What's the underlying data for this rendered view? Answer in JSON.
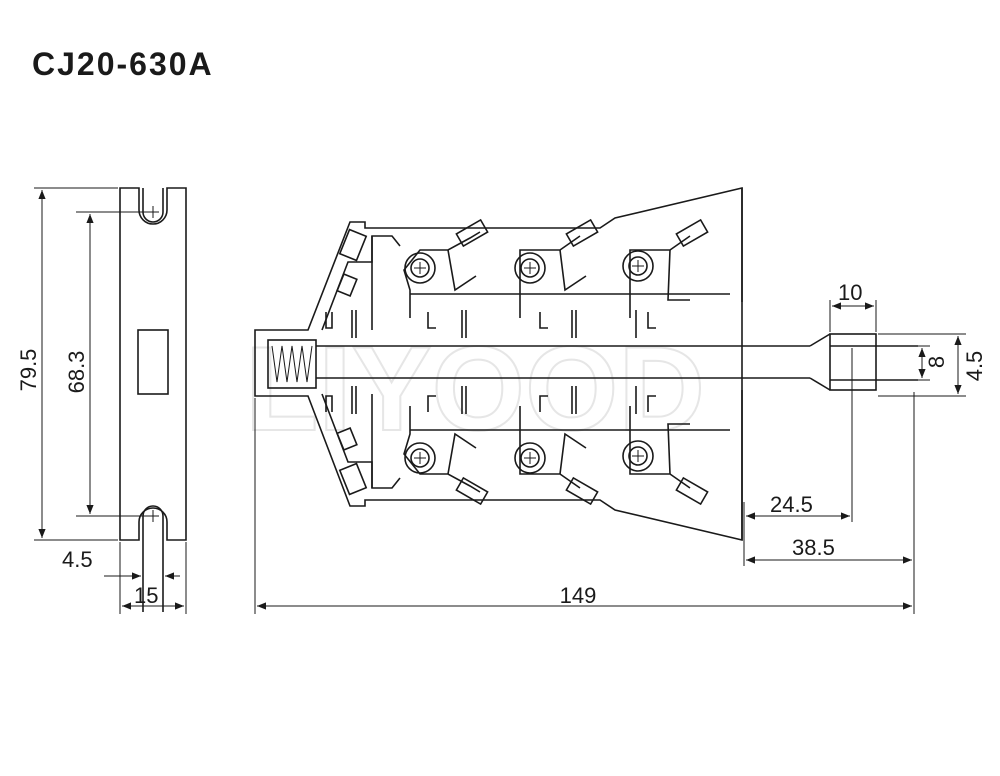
{
  "title": "CJ20-630A",
  "watermark": "LIYOOD",
  "dimensions": {
    "height_total": "79.5",
    "height_slots": "68.3",
    "slot_width": "4.5",
    "base_width": "15",
    "overall_length": "149",
    "tip_width": "10",
    "tip_height": "8",
    "tip_thickness": "4.5",
    "tip_offset": "24.5",
    "shaft_extension": "38.5"
  }
}
